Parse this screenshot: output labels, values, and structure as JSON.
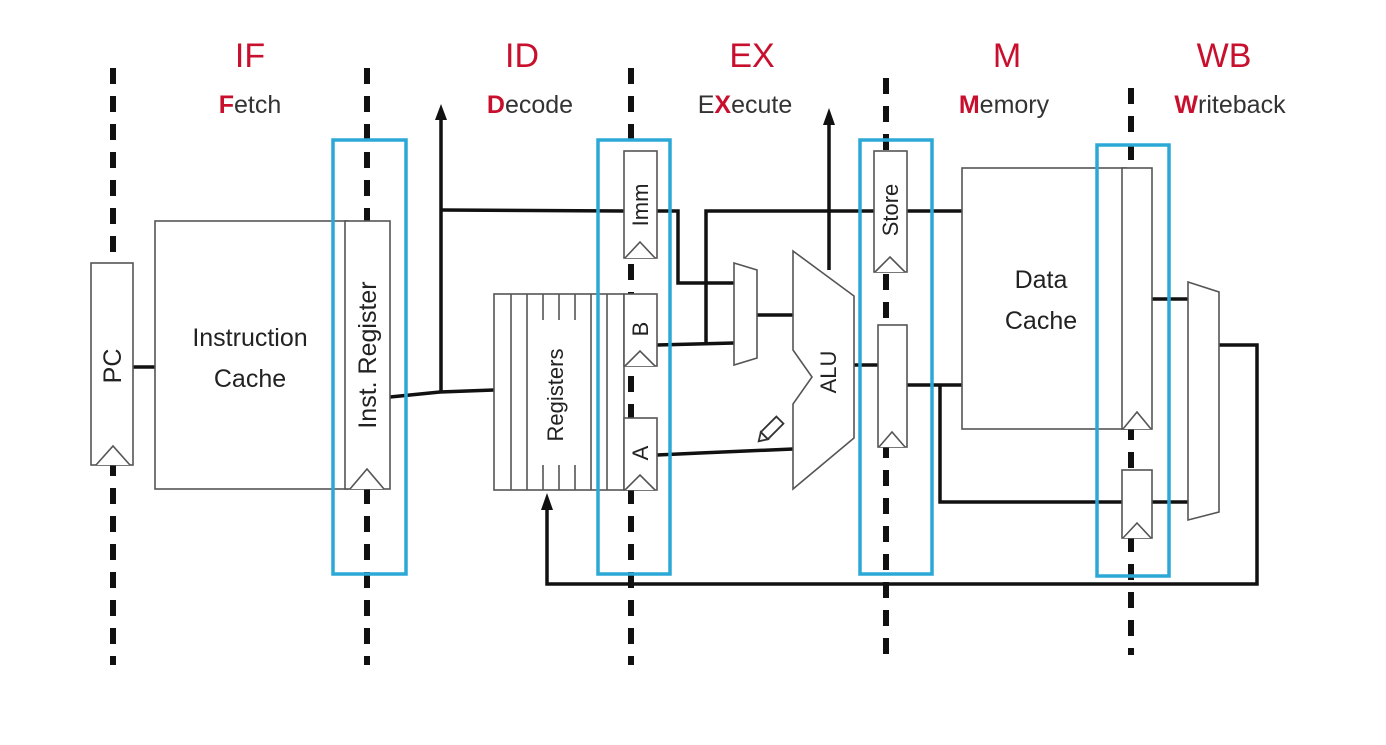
{
  "stages": [
    {
      "abbr": "IF",
      "lead": "F",
      "rest": "etch"
    },
    {
      "abbr": "ID",
      "lead": "D",
      "rest": "ecode"
    },
    {
      "abbr": "EX",
      "lead": "E",
      "mid": "X",
      "rest": "ecute"
    },
    {
      "abbr": "M",
      "lead": "M",
      "rest": "emory"
    },
    {
      "abbr": "WB",
      "lead": "W",
      "rest": "riteback"
    }
  ],
  "blocks": {
    "pc": "PC",
    "icache_line1": "Instruction",
    "icache_line2": "Cache",
    "inst_reg": "Inst. Register",
    "registers": "Registers",
    "imm": "Imm",
    "b": "B",
    "a": "A",
    "alu": "ALU",
    "store": "Store",
    "dcache_line1": "Data",
    "dcache_line2": "Cache"
  },
  "colors": {
    "stage_accent": "#c8102e",
    "pipeline_latch": "#2ba8d6"
  }
}
